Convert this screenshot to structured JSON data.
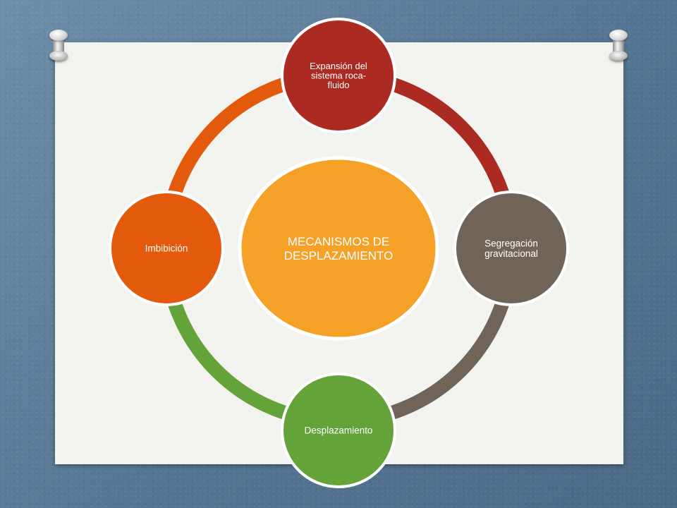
{
  "diagram": {
    "center": {
      "label_lines": [
        "MECANISMOS DE",
        "DESPLAZAMIENTO"
      ],
      "color": "#f5a026"
    },
    "nodes": [
      {
        "id": "expansion",
        "label_lines": [
          "Expansión del",
          "sistema roca-",
          "fluido"
        ],
        "color": "#ab2a21"
      },
      {
        "id": "segregacion",
        "label_lines": [
          "Segregación",
          "gravitacional"
        ],
        "color": "#6f6457"
      },
      {
        "id": "desplazamiento",
        "label_lines": [
          "Desplazamiento"
        ],
        "color": "#63a33a"
      },
      {
        "id": "imbibicion",
        "label_lines": [
          "Imbibición"
        ],
        "color": "#e35a0c"
      }
    ]
  },
  "colors": {
    "background": "#5f7f9b",
    "paper": "#f2f2ef"
  }
}
